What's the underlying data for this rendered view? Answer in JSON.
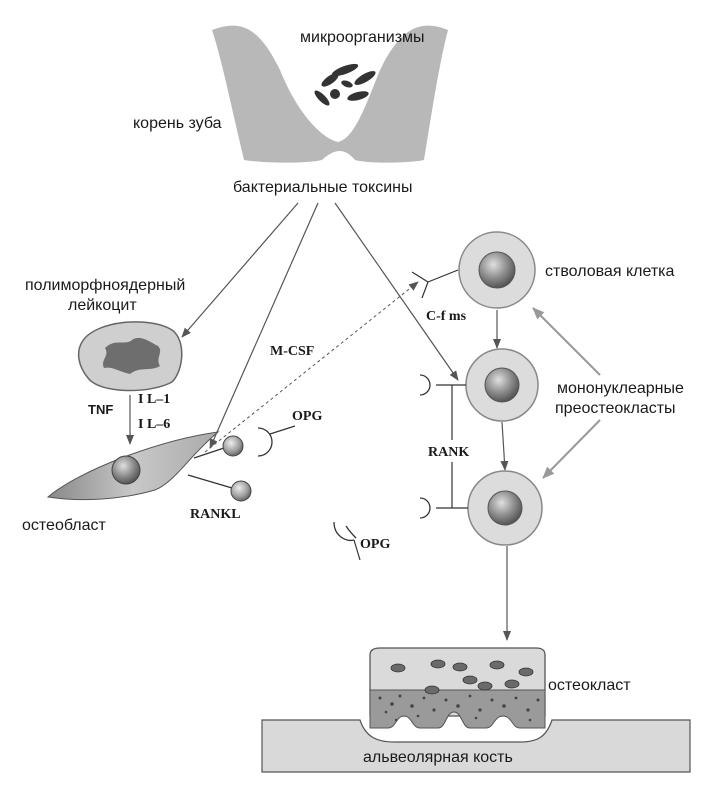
{
  "labels": {
    "microorganisms": "микроорганизмы",
    "tooth_root": "корень зуба",
    "bacterial_toxins": "бактериальные токсины",
    "pmn_line1": "полиморфноядерный",
    "pmn_line2": "лейкоцит",
    "tnf": "TNF",
    "il1": "I L–1",
    "il6": "I L–6",
    "mcsf": "M-CSF",
    "opg_top": "OPG",
    "rankl": "RANKL",
    "osteoblast": "остеобласт",
    "stem_cell": "стволовая клетка",
    "cfms": "C-f ms",
    "mono_line1": "мононуклеарные",
    "mono_line2": "преостеокласты",
    "rank": "RANK",
    "opg_bottom": "OPG",
    "osteoclast": "остеокласт",
    "alveolar_bone": "альвеолярная кость"
  },
  "colors": {
    "tooth": "#b8b8b8",
    "cell_fill": "#dcdcdc",
    "nucleus": "#8a8a8a",
    "dark": "#333333",
    "bone": "#d9d9d9"
  }
}
